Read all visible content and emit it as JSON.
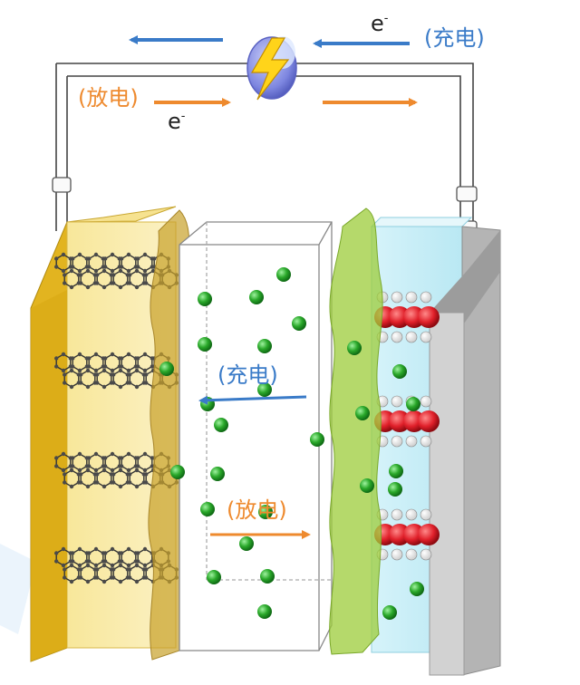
{
  "labels": {
    "charge_top": "(充电)",
    "discharge_top": "(放电)",
    "electron_top": "e",
    "electron_left": "e",
    "electron_sup": "-",
    "charge_middle": "(充电)",
    "discharge_middle": "(放电)"
  },
  "icons": {
    "bulb": "lightning-bulb-icon",
    "graphite": "graphite-hexagon-layer",
    "oxide": "metal-oxide-layer",
    "ion": "lithium-ion-sphere"
  },
  "colors": {
    "charge_arrow": "#3a7bc8",
    "discharge_arrow": "#ee8a2e",
    "anode_plate": "#f3d77a",
    "anode_current_collector": "#e2b420",
    "cathode_plate": "#c9eef6",
    "cathode_current_collector": "#c8c8c8",
    "separator_film": "#aacc55",
    "ion": "#2aa82a",
    "oxygen": "#e0202a",
    "metal": "#f4f4f4",
    "bulb": "#7d86e0"
  }
}
